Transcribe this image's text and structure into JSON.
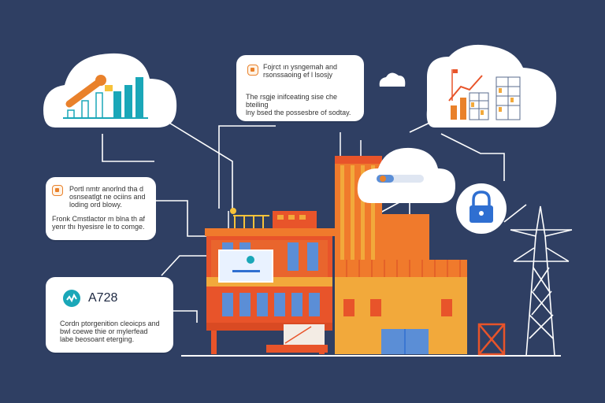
{
  "cards": {
    "top_center": {
      "heading": "Fojrct ın ysngemah and\nrsonssaoing ef l lsosjy",
      "body": "The rsgje inifceating sise che bteiling\nlny bsed the possesbre of sodtay."
    },
    "mid_left": {
      "heading": "Portl nmtr anorlnd tha d\nosnseatlgt ne ociins and\nloding ord blowy.",
      "body": "Fronk Cmstlactor m blna th af\nyenr thı hyesisre le to comge."
    },
    "bottom_left": {
      "title": "A728",
      "body": "Cordn ptorgenition cleoicps and\nbwl coewe thie or mylerfead\nlabe beosoant eterging."
    }
  },
  "colors": {
    "background": "#2f3f63",
    "accent_orange": "#e9812b",
    "accent_teal": "#1aa7b8",
    "building_red": "#e8542a",
    "building_yellow": "#f2a93b"
  },
  "icons": {
    "chart_cloud": "analytics-chart-icon",
    "stats_cloud": "bar-chart-icon",
    "lock": "lock-icon",
    "tower": "transmission-tower-icon"
  }
}
